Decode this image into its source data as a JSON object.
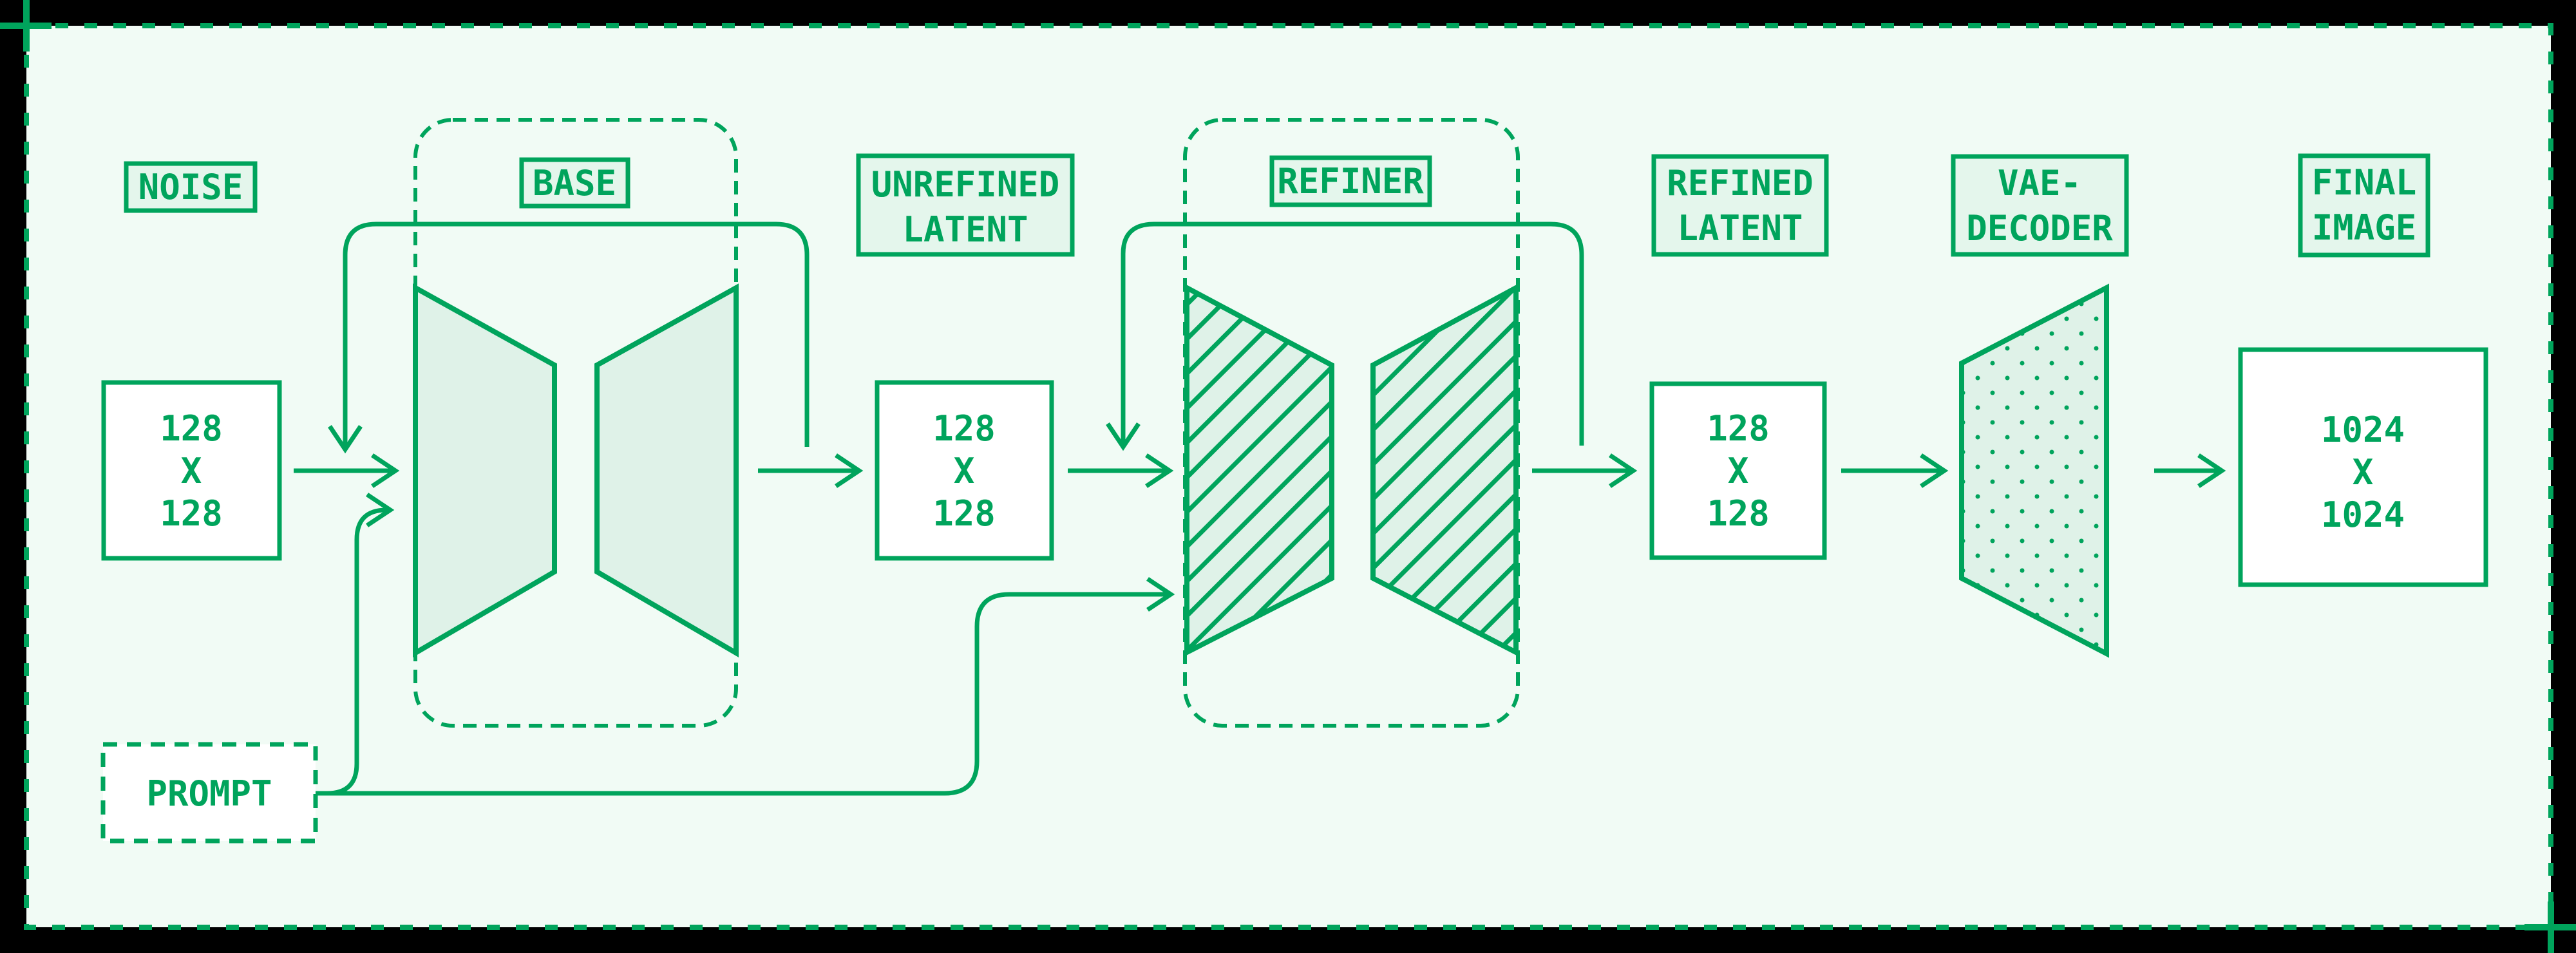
{
  "diagram": {
    "description": "SDXL-style latent diffusion pipeline flow diagram",
    "colors": {
      "outer_background": "#000000",
      "page_background": "#f1fbf5",
      "stroke_green": "#00a45c",
      "label_fill": "#e4f6ec",
      "shape_fill": "#dff2e8",
      "io_box_fill": "#ffffff"
    },
    "labels": {
      "noise": "NOISE",
      "base": "BASE",
      "unrefined_latent": [
        "UNREFINED",
        "LATENT"
      ],
      "refiner": "REFINER",
      "refined_latent": [
        "REFINED",
        "LATENT"
      ],
      "vae_decoder": [
        "VAE-",
        "DECODER"
      ],
      "final_image": [
        "FINAL",
        "IMAGE"
      ],
      "prompt": "PROMPT"
    },
    "size_boxes": {
      "noise_input": [
        "128",
        "X",
        "128"
      ],
      "unrefined_latent": [
        "128",
        "X",
        "128"
      ],
      "refined_latent": [
        "128",
        "X",
        "128"
      ],
      "final_output": [
        "1024",
        "X",
        "1024"
      ]
    }
  }
}
